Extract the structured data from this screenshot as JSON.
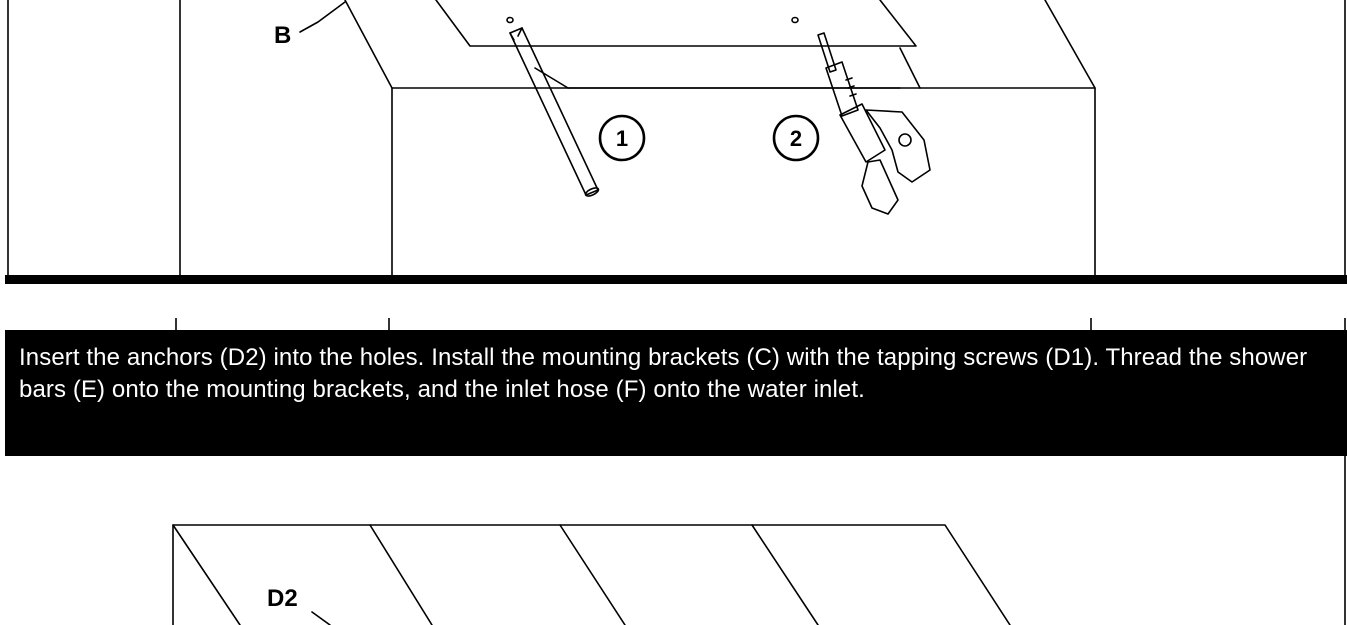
{
  "labels": {
    "part_b": "B",
    "part_d2": "D2"
  },
  "steps": {
    "step1": "1",
    "step2": "2"
  },
  "instruction": {
    "text": "Insert the anchors (D2) into the holes. Install the mounting brackets (C) with the tapping screws (D1). Thread the shower bars (E) onto the mounting brackets,  and the inlet hose (F) onto the water inlet."
  },
  "icons": {
    "tool_1": "pencil-icon",
    "tool_2": "drill-icon"
  }
}
